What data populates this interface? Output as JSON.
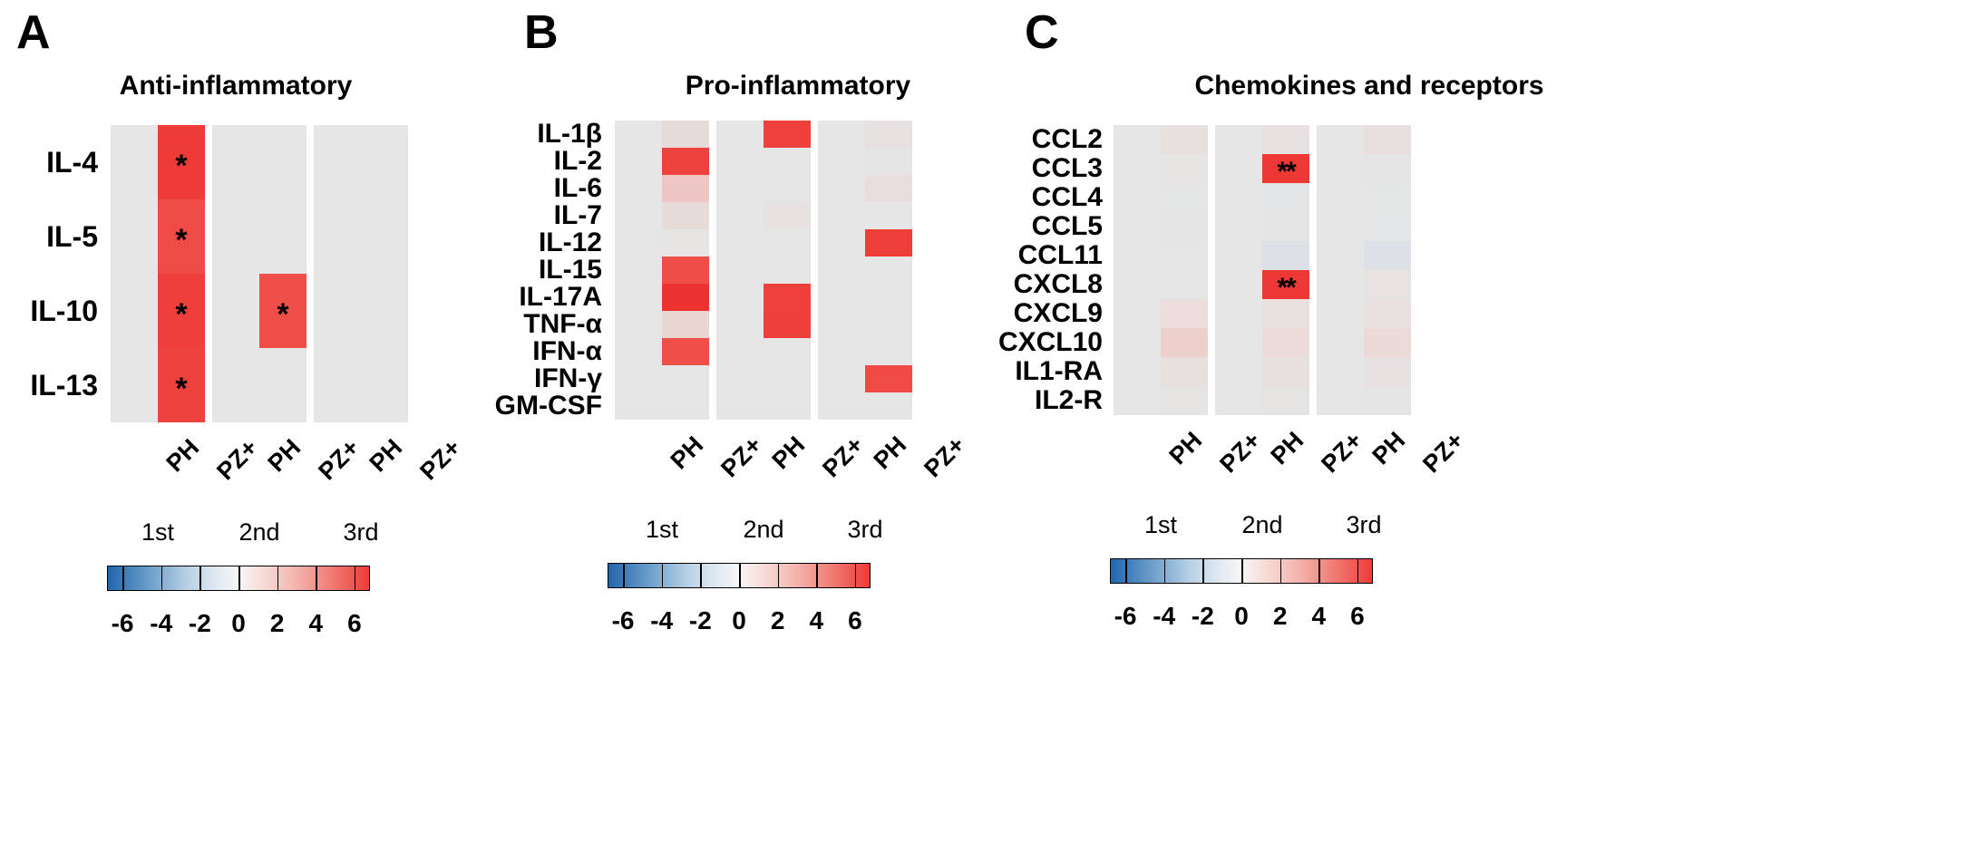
{
  "figure": {
    "background": "#ffffff",
    "neutral_cell": "#e6e6e6",
    "star_symbol": "*",
    "dblstar_symbol": "**"
  },
  "colorbar": {
    "vmin": -6.8,
    "vmax": 6.8,
    "ticks": [
      "-6",
      "-4",
      "-2",
      "0",
      "2",
      "4",
      "6"
    ],
    "tick_values": [
      -6,
      -4,
      -2,
      0,
      2,
      4,
      6
    ],
    "low_color": "#2166ac",
    "mid_color": "#f7f7f7",
    "high_color": "#ef3b39"
  },
  "xaxis": {
    "tick_labels": [
      "PH",
      "PZ+",
      "PH",
      "PZ+",
      "PH",
      "PZ+"
    ],
    "group_labels": [
      "1st",
      "2nd",
      "3rd"
    ]
  },
  "panels": [
    {
      "letter": "A",
      "title": "Anti-inflammatory",
      "rows": [
        "IL-4",
        "IL-5",
        "IL-10",
        "IL-13"
      ],
      "columns": [
        "PH",
        "PZ+",
        "PH",
        "PZ+",
        "PH",
        "PZ+"
      ],
      "groups": [
        "1st",
        "2nd",
        "3rd"
      ]
    },
    {
      "letter": "B",
      "title": "Pro-inflammatory",
      "rows": [
        "IL-1β",
        "IL-2",
        "IL-6",
        "IL-7",
        "IL-12",
        "IL-15",
        "IL-17A",
        "TNF-α",
        "IFN-α",
        "IFN-γ",
        "GM-CSF"
      ],
      "columns": [
        "PH",
        "PZ+",
        "PH",
        "PZ+",
        "PH",
        "PZ+"
      ],
      "groups": [
        "1st",
        "2nd",
        "3rd"
      ]
    },
    {
      "letter": "C",
      "title": "Chemokines and receptors",
      "rows": [
        "CCL2",
        "CCL3",
        "CCL4",
        "CCL5",
        "CCL11",
        "CXCL8",
        "CXCL9",
        "CXCL10",
        "IL1-RA",
        "IL2-R"
      ],
      "columns": [
        "PH",
        "PZ+",
        "PH",
        "PZ+",
        "PH",
        "PZ+"
      ],
      "groups": [
        "1st",
        "2nd",
        "3rd"
      ]
    }
  ],
  "chart_data": [
    {
      "type": "heatmap",
      "panel": "A",
      "title": "Anti-inflammatory",
      "xlabel": "",
      "ylabel": "",
      "x": [
        "PH",
        "PZ+",
        "PH",
        "PZ+",
        "PH",
        "PZ+"
      ],
      "x_groups": [
        "1st",
        "1st",
        "2nd",
        "2nd",
        "3rd",
        "3rd"
      ],
      "y": [
        "IL-4",
        "IL-5",
        "IL-10",
        "IL-13"
      ],
      "zlim": [
        -6.8,
        6.8
      ],
      "colorbar_ticks": [
        -6,
        -4,
        -2,
        0,
        2,
        4,
        6
      ],
      "values": [
        [
          0.0,
          6.6,
          0.0,
          0.0,
          0.0,
          0.0
        ],
        [
          0.0,
          5.6,
          0.0,
          0.0,
          0.0,
          0.0
        ],
        [
          0.0,
          6.4,
          0.0,
          5.6,
          0.0,
          0.0
        ],
        [
          0.0,
          6.3,
          0.0,
          0.0,
          0.0,
          0.0
        ]
      ],
      "colors": [
        [
          "#e6e6e6",
          "#ee3b36",
          "#e6e6e6",
          "#e6e6e6",
          "#e6e6e6",
          "#e7e6e6"
        ],
        [
          "#e6e6e6",
          "#ef4a45",
          "#e6e6e6",
          "#e6e6e6",
          "#e6e6e6",
          "#e7e6e6"
        ],
        [
          "#e6e6e6",
          "#ee403b",
          "#e6e6e6",
          "#f04e49",
          "#e6e6e6",
          "#e7e6e6"
        ],
        [
          "#e6e6e6",
          "#ee423d",
          "#e6e6e6",
          "#e6e6e6",
          "#e6e6e6",
          "#e7e6e6"
        ]
      ],
      "annotations": [
        {
          "row": "IL-4",
          "col_index": 1,
          "text": "*"
        },
        {
          "row": "IL-5",
          "col_index": 1,
          "text": "*"
        },
        {
          "row": "IL-10",
          "col_index": 1,
          "text": "*"
        },
        {
          "row": "IL-10",
          "col_index": 3,
          "text": "*"
        },
        {
          "row": "IL-13",
          "col_index": 1,
          "text": "*"
        }
      ]
    },
    {
      "type": "heatmap",
      "panel": "B",
      "title": "Pro-inflammatory",
      "xlabel": "",
      "ylabel": "",
      "x": [
        "PH",
        "PZ+",
        "PH",
        "PZ+",
        "PH",
        "PZ+"
      ],
      "x_groups": [
        "1st",
        "1st",
        "2nd",
        "2nd",
        "3rd",
        "3rd"
      ],
      "y": [
        "IL-1β",
        "IL-2",
        "IL-6",
        "IL-7",
        "IL-12",
        "IL-15",
        "IL-17A",
        "TNF-α",
        "IFN-α",
        "IFN-γ",
        "GM-CSF"
      ],
      "zlim": [
        -6.8,
        6.8
      ],
      "colorbar_ticks": [
        -6,
        -4,
        -2,
        0,
        2,
        4,
        6
      ],
      "values": [
        [
          0.0,
          0.6,
          0.0,
          6.5,
          0.0,
          0.5
        ],
        [
          0.0,
          6.2,
          0.0,
          0.0,
          0.0,
          0.0
        ],
        [
          0.0,
          2.1,
          0.0,
          0.0,
          0.0,
          0.6
        ],
        [
          0.0,
          0.8,
          0.0,
          0.4,
          0.0,
          0.0
        ],
        [
          0.0,
          0.1,
          0.0,
          0.0,
          0.0,
          6.5
        ],
        [
          0.0,
          5.4,
          0.0,
          0.0,
          0.0,
          0.0
        ],
        [
          0.0,
          6.6,
          0.0,
          6.3,
          0.0,
          0.0
        ],
        [
          0.0,
          1.4,
          0.0,
          6.2,
          0.0,
          0.0
        ],
        [
          0.0,
          5.4,
          0.0,
          0.0,
          0.0,
          0.0
        ],
        [
          0.0,
          0.0,
          0.0,
          0.0,
          0.0,
          5.6
        ],
        [
          0.0,
          0.0,
          0.0,
          0.0,
          0.0,
          0.0
        ]
      ],
      "colors": [
        [
          "#e6e6e6",
          "#e5dcda",
          "#e6e6e6",
          "#ee403c",
          "#e6e6e6",
          "#e6e2e1"
        ],
        [
          "#e6e6e6",
          "#ee423e",
          "#e6e6e6",
          "#e6e6e6",
          "#e6e6e6",
          "#e6e5e5"
        ],
        [
          "#e6e6e6",
          "#eec7c4",
          "#e6e6e6",
          "#e6e6e6",
          "#e6e6e6",
          "#e7dedd"
        ],
        [
          "#e6e6e6",
          "#e8dcda",
          "#e6e6e6",
          "#e5e2e1",
          "#e6e6e6",
          "#e6e6e6"
        ],
        [
          "#e6e6e6",
          "#e7e5e4",
          "#e6e6e6",
          "#e6e6e6",
          "#e6e6e6",
          "#ee3e39"
        ],
        [
          "#e6e6e6",
          "#ef4e48",
          "#e6e6e6",
          "#e6e6e6",
          "#e6e6e6",
          "#e6e6e6"
        ],
        [
          "#e6e6e6",
          "#ec332f",
          "#e6e6e6",
          "#ee413c",
          "#e6e6e6",
          "#e6e6e6"
        ],
        [
          "#e6e6e6",
          "#e9d5d2",
          "#e6e6e6",
          "#ee403b",
          "#e6e6e6",
          "#e6e6e6"
        ],
        [
          "#e6e6e6",
          "#ef4e49",
          "#e6e6e6",
          "#e6e6e6",
          "#e6e6e6",
          "#e6e6e6"
        ],
        [
          "#e6e6e6",
          "#e6e6e6",
          "#e6e6e6",
          "#e6e6e6",
          "#e6e6e6",
          "#ef4a45"
        ],
        [
          "#e6e6e6",
          "#e6e6e6",
          "#e6e6e6",
          "#e6e6e6",
          "#e6e6e6",
          "#e6e6e6"
        ]
      ],
      "annotations": []
    },
    {
      "type": "heatmap",
      "panel": "C",
      "title": "Chemokines and receptors",
      "xlabel": "",
      "ylabel": "",
      "x": [
        "PH",
        "PZ+",
        "PH",
        "PZ+",
        "PH",
        "PZ+"
      ],
      "x_groups": [
        "1st",
        "1st",
        "2nd",
        "2nd",
        "3rd",
        "3rd"
      ],
      "y": [
        "CCL2",
        "CCL3",
        "CCL4",
        "CCL5",
        "CCL11",
        "CXCL8",
        "CXCL9",
        "CXCL10",
        "IL1-RA",
        "IL2-R"
      ],
      "zlim": [
        -6.8,
        6.8
      ],
      "colorbar_ticks": [
        -6,
        -4,
        -2,
        0,
        2,
        4,
        6
      ],
      "values": [
        [
          0.0,
          0.5,
          0.0,
          0.3,
          0.0,
          0.5
        ],
        [
          0.0,
          0.1,
          0.0,
          6.4,
          0.0,
          0.1
        ],
        [
          0.0,
          0.0,
          0.0,
          -0.2,
          0.0,
          0.0
        ],
        [
          0.0,
          0.1,
          0.0,
          0.1,
          0.0,
          -0.3
        ],
        [
          0.0,
          0.0,
          0.0,
          -0.8,
          0.0,
          -1.0
        ],
        [
          0.0,
          0.0,
          0.0,
          6.5,
          0.0,
          0.3
        ],
        [
          0.0,
          0.9,
          0.0,
          0.4,
          0.0,
          0.4
        ],
        [
          0.0,
          1.5,
          0.0,
          0.9,
          0.0,
          1.0
        ],
        [
          0.0,
          0.5,
          0.0,
          0.5,
          0.0,
          0.3
        ],
        [
          0.0,
          0.2,
          0.0,
          0.2,
          0.0,
          0.1
        ]
      ],
      "colors": [
        [
          "#e6e6e6",
          "#e7e0df",
          "#e6e6e6",
          "#e7e2e1",
          "#e6e6e6",
          "#e8e0df"
        ],
        [
          "#e6e6e6",
          "#e6e5e4",
          "#e6e6e6",
          "#ee3833",
          "#e6e6e6",
          "#e6e5e5"
        ],
        [
          "#e6e6e6",
          "#e5e6e6",
          "#e6e6e6",
          "#e3e5e6",
          "#e6e6e6",
          "#e5e6e6"
        ],
        [
          "#e6e6e6",
          "#e6e5e5",
          "#e6e6e6",
          "#e6e5e5",
          "#e6e6e6",
          "#e4e6e7"
        ],
        [
          "#e6e6e6",
          "#e6e6e6",
          "#e6e6e6",
          "#dde1e7",
          "#e6e6e6",
          "#dce1e7"
        ],
        [
          "#e6e6e6",
          "#e6e6e6",
          "#e6e6e6",
          "#ee3833",
          "#e6e6e6",
          "#e7e3e2"
        ],
        [
          "#e6e6e6",
          "#ebdedc",
          "#e6e6e6",
          "#e8e1e0",
          "#e6e6e6",
          "#e8e1e0"
        ],
        [
          "#e6e6e6",
          "#edcfcc",
          "#e6e6e6",
          "#ebdbd9",
          "#e6e6e6",
          "#ebdad8"
        ],
        [
          "#e6e6e6",
          "#e8e0df",
          "#e6e6e6",
          "#e8e0df",
          "#e6e6e6",
          "#e7e2e1"
        ],
        [
          "#e6e6e6",
          "#e6e4e3",
          "#e6e6e6",
          "#e6e4e3",
          "#e6e6e6",
          "#e6e5e5"
        ]
      ],
      "annotations": [
        {
          "row": "CCL3",
          "col_index": 3,
          "text": "**"
        },
        {
          "row": "CXCL8",
          "col_index": 3,
          "text": "**"
        }
      ]
    }
  ]
}
